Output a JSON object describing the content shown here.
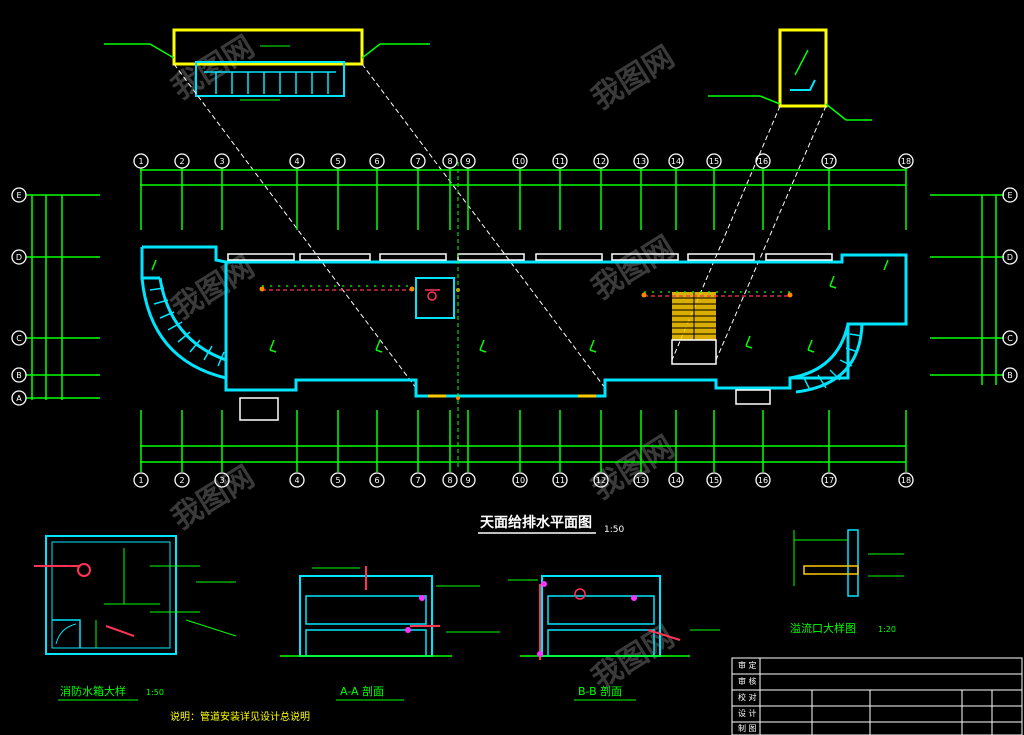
{
  "colors": {
    "background": "#000000",
    "grid": "#00ff00",
    "wall": "#00e5ff",
    "highlight": "#ffff00",
    "text": "#ffffff",
    "pipe": "#ff3355",
    "magenta": "#ff33ff",
    "watermark": "#555555"
  },
  "plan": {
    "title": "天面给排水平面图",
    "scale": "1:50",
    "top_grid_labels": [
      "1",
      "2",
      "3",
      "4",
      "5",
      "6",
      "7",
      "8",
      "9",
      "10",
      "11",
      "12",
      "13",
      "14",
      "15",
      "16",
      "17",
      "18"
    ],
    "bottom_grid_labels": [
      "1",
      "2",
      "3",
      "4",
      "5",
      "6",
      "7",
      "8",
      "9",
      "10",
      "11",
      "12",
      "13",
      "14",
      "15",
      "16",
      "17",
      "18"
    ],
    "left_grid_labels": [
      "E",
      "D",
      "C",
      "B",
      "A"
    ],
    "right_grid_labels": [
      "E",
      "D",
      "C",
      "B"
    ]
  },
  "details": {
    "water_tank": {
      "title": "消防水箱大样",
      "scale": "1:50"
    },
    "section_a": {
      "title": "A-A 剖面"
    },
    "section_b": {
      "title": "B-B 剖面"
    },
    "drain_outlet": {
      "title": "溢流口大样图",
      "scale": "1:20"
    },
    "note": "说明：管道安装详见设计总说明"
  },
  "title_block": {
    "rows": [
      "审 定",
      "审 核",
      "校 对",
      "设 计",
      "制 图"
    ]
  },
  "watermark": "我图网"
}
